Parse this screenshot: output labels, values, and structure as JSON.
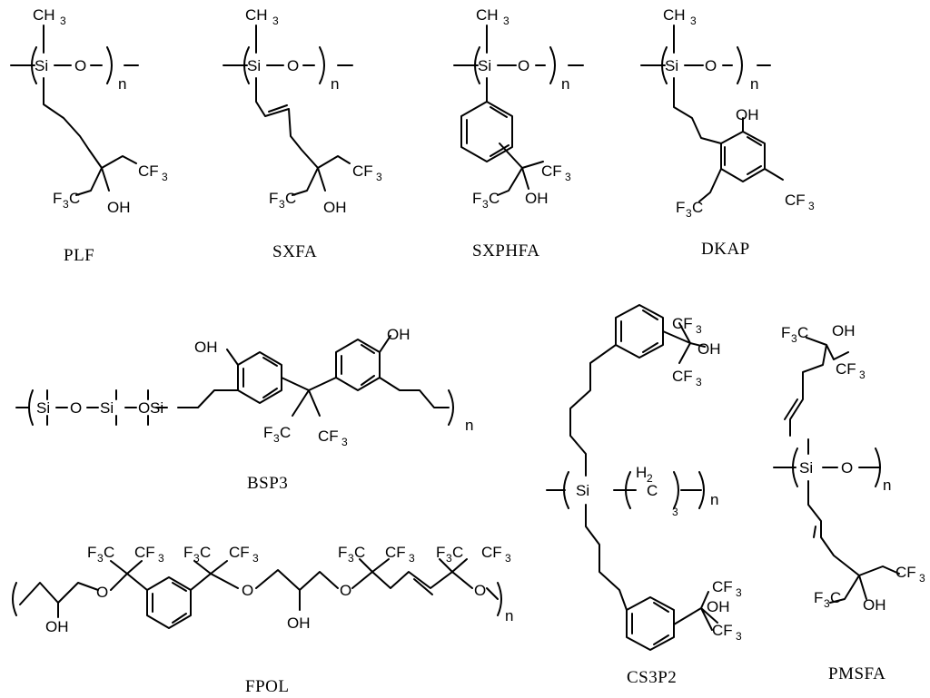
{
  "atoms": {
    "si": "Si",
    "o": "O",
    "n": "n",
    "ch3": "CH",
    "three": "3",
    "cf3": "CF",
    "f3c": "F",
    "f3c_c": "C",
    "oh": "OH",
    "h2_h": "H",
    "two": "2",
    "c": "C"
  },
  "labels": {
    "plf": "PLF",
    "sxfa": "SXFA",
    "sxphfa": "SXPHFA",
    "dkap": "DKAP",
    "bsp3": "BSP3",
    "cs3p2": "CS3P2",
    "pmsfa": "PMSFA",
    "fpol": "FPOL"
  }
}
